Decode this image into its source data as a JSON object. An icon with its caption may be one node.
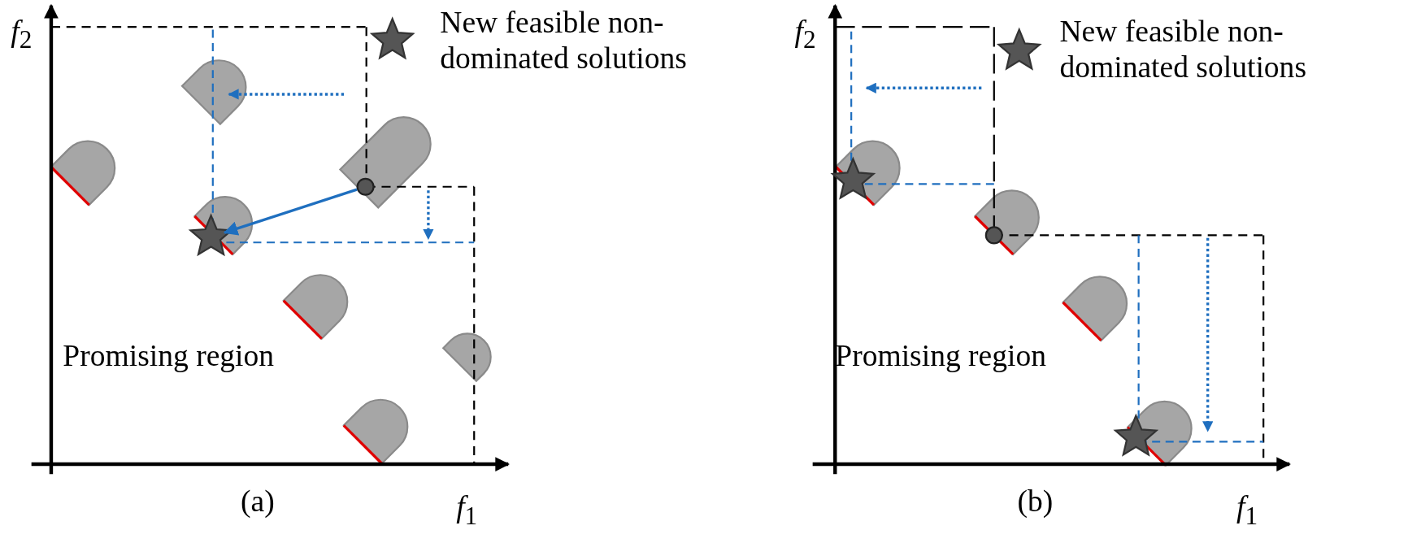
{
  "diagram": {
    "nodes": [
      {
        "text": [],
        "shape": "circle"
      },
      {
        "text": [],
        "shape": "star"
      }
    ],
    "edges": [
      {
        "from": 0,
        "to": 1,
        "arrow": "to"
      }
    ],
    "labels": [
      "*f*$_{2}$",
      "*f*$_{1}$",
      "Promising region",
      "(a)",
      "*f*$_{2}$",
      "*f*$_{1}$",
      "Promising region",
      "(b)"
    ],
    "legend": [
      {
        "text": "New feasible non-dominated solutions"
      },
      {
        "text": "New feasible non-dominated solutions"
      }
    ]
  }
}
